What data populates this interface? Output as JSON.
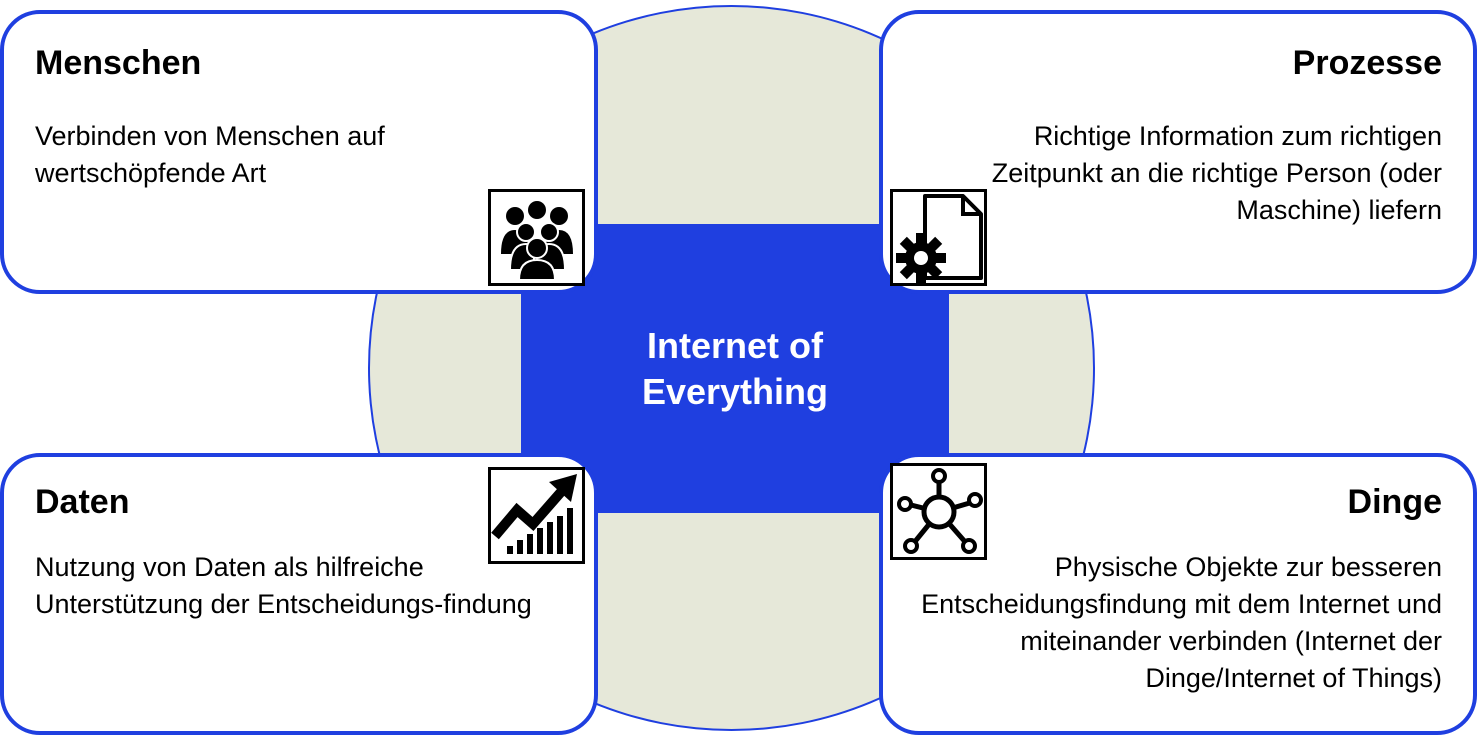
{
  "center": {
    "line1": "Internet of",
    "line2": "Everything"
  },
  "cards": {
    "menschen": {
      "title": "Menschen",
      "text": "Verbinden von Menschen auf wertschöpfende Art",
      "icon": "people-group-icon"
    },
    "prozesse": {
      "title": "Prozesse",
      "text": "Richtige Information zum richtigen Zeitpunkt an die richtige Person (oder Maschine) liefern",
      "icon": "document-gear-icon"
    },
    "daten": {
      "title": "Daten",
      "text": "Nutzung von Daten als hilfreiche Unterstützung der Entscheidungs-findung",
      "icon": "growth-chart-icon"
    },
    "dinge": {
      "title": "Dinge",
      "text": "Physische Objekte zur besseren Entscheidungsfindung mit dem Internet und miteinander verbinden (Internet der Dinge/Internet of Things)",
      "icon": "network-hub-icon"
    }
  },
  "colors": {
    "accent_blue": "#1f3fe0",
    "circle_fill": "#e6e8d9",
    "card_fill": "#ffffff",
    "text": "#000000"
  }
}
